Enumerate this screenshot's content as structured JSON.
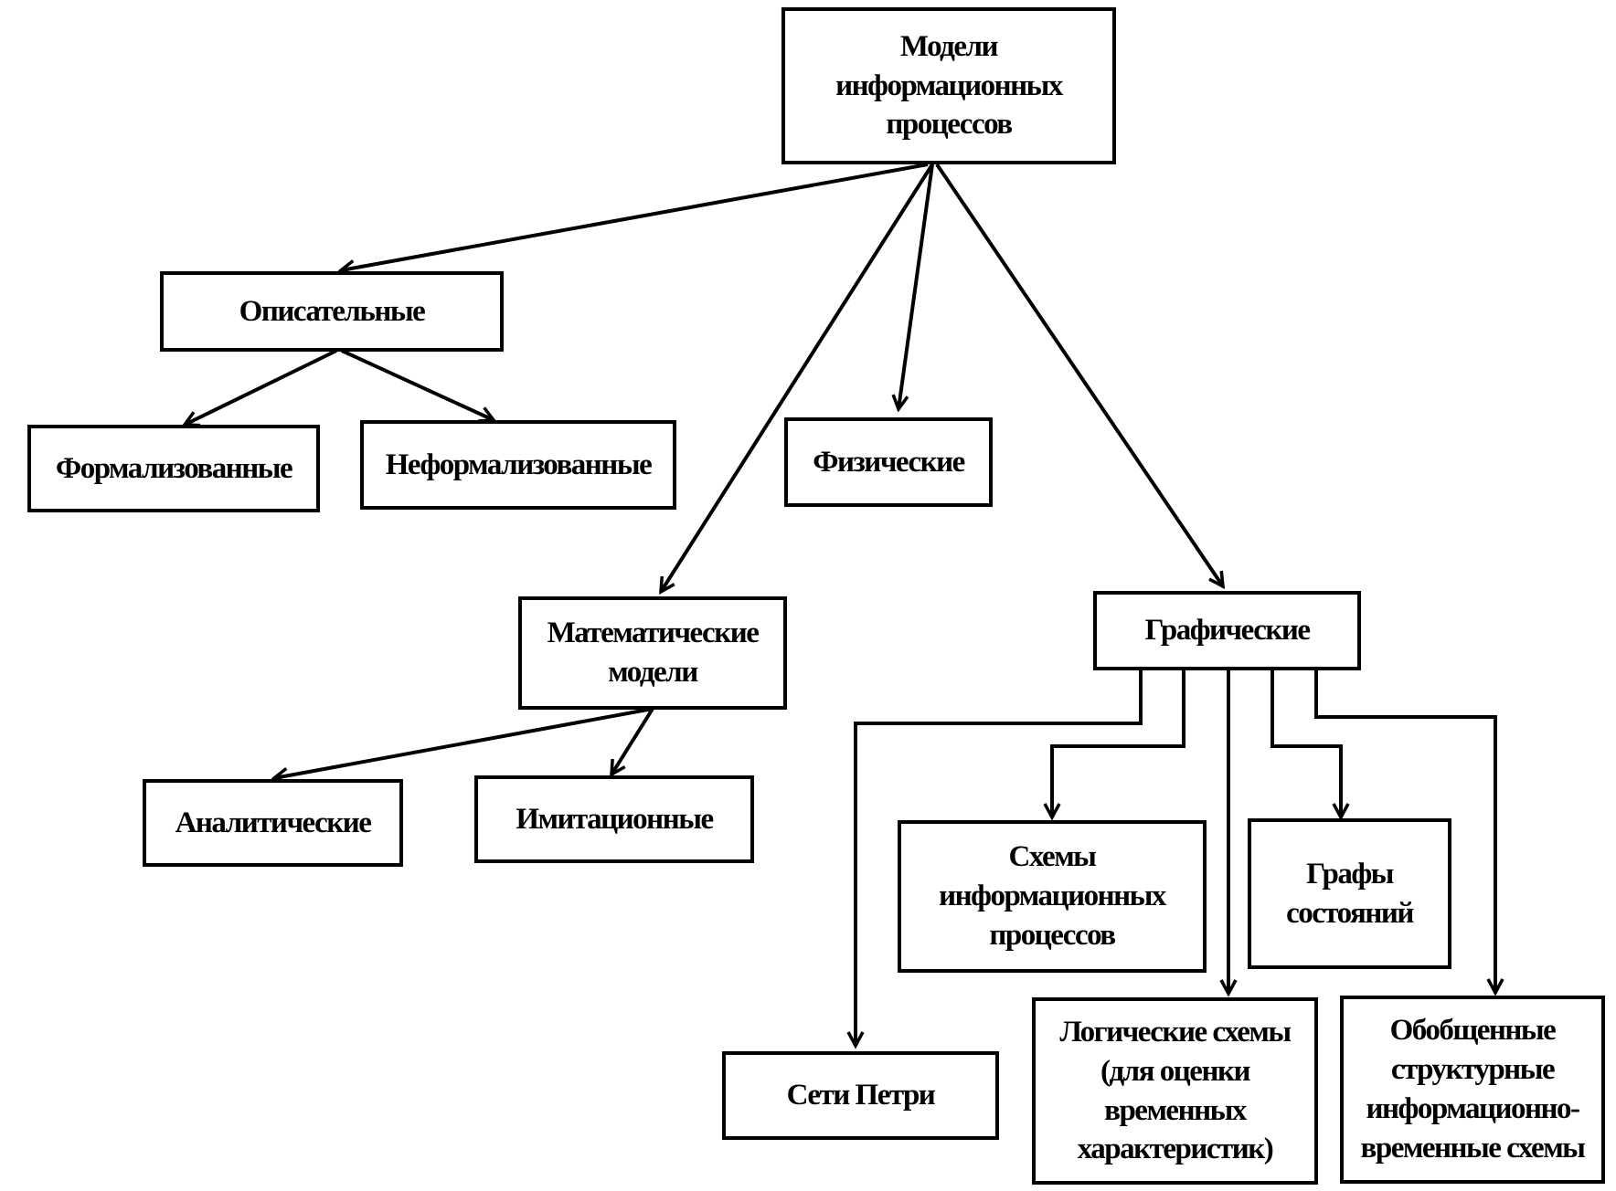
{
  "diagram": {
    "colors": {
      "stroke": "#000000",
      "background": "#ffffff"
    },
    "nodes": {
      "root": "Модели\nинформационных\nпроцессов",
      "descriptive": "Описательные",
      "formalized": "Формализованные",
      "informal": "Неформализованные",
      "physical": "Физические",
      "mathematical": "Математические\nмодели",
      "analytical": "Аналитические",
      "simulation": "Имитационные",
      "graphical": "Графические",
      "info_process_schemes": "Схемы\nинформационных\nпроцессов",
      "state_graphs": "Графы\nсостояний",
      "petri_nets": "Сети Петри",
      "logic_schemes": "Логические схемы\n(для оценки\nвременных\nхарактеристик)",
      "generalized_schemes": "Обобщенные\nструктурные\nинформационно-\nвременные схемы"
    }
  }
}
